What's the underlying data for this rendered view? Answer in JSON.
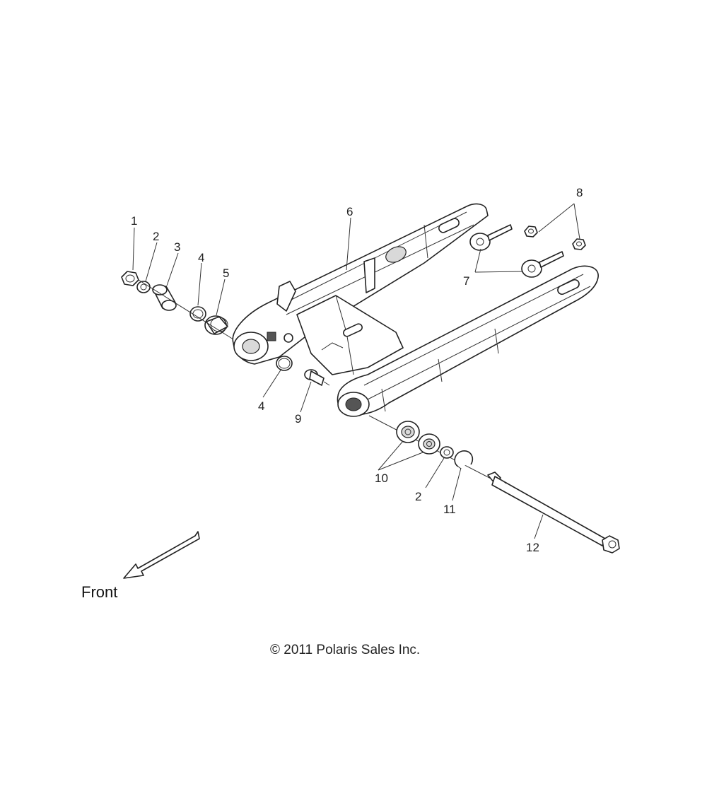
{
  "diagram": {
    "front_label": "Front",
    "copyright": "© 2011 Polaris Sales Inc.",
    "callouts": [
      "1",
      "2",
      "3",
      "4",
      "5",
      "6",
      "4",
      "9",
      "7",
      "8",
      "10",
      "2",
      "11",
      "12"
    ]
  }
}
